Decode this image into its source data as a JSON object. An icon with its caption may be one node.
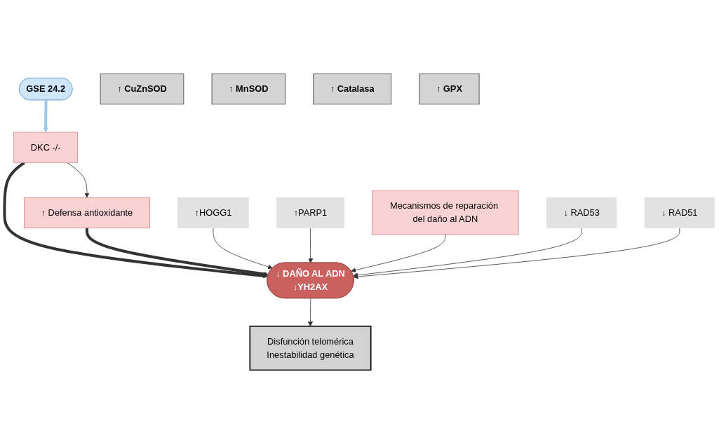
{
  "diagram": {
    "nodes": [
      {
        "text": [
          "GSE 24.2"
        ]
      },
      {
        "text": [
          "DKC -/-"
        ]
      },
      {
        "text": [
          "↑ Defensa antioxidante"
        ]
      },
      {
        "text": [
          "↑ CuZnSOD"
        ]
      },
      {
        "text": [
          "↑ MnSOD"
        ]
      },
      {
        "text": [
          "↑ Catalasa"
        ]
      },
      {
        "text": [
          "↑ GPX"
        ]
      },
      {
        "text": [
          "↓ DAÑO AL ADN",
          "↓YH2AX"
        ]
      },
      {
        "text": [
          "Disfunción telomérica",
          "Inestabilidad genética"
        ]
      },
      {
        "text": [
          "↑HOGG1"
        ]
      },
      {
        "text": [
          "↑PARP1"
        ]
      },
      {
        "text": [
          "↓ RAD53"
        ]
      },
      {
        "text": [
          "↓ RAD51"
        ]
      },
      {
        "text": [
          "Mecanismos de reparación del daño al ADN"
        ]
      }
    ],
    "edges": [
      {
        "from": 0,
        "to": 1,
        "arrow": "to",
        "style": "thick",
        "color": "#9cc8ee"
      },
      {
        "from": 1,
        "to": 2,
        "arrow": "to"
      },
      {
        "from": 1,
        "to": 7,
        "arrow": "to",
        "style": "thick"
      },
      {
        "from": 2,
        "to": 7,
        "arrow": "to",
        "style": "thick"
      },
      {
        "from": 7,
        "to": 8,
        "arrow": "to"
      },
      {
        "from": 9,
        "to": 7,
        "arrow": "to"
      },
      {
        "from": 10,
        "to": 7,
        "arrow": "to"
      },
      {
        "from": 13,
        "to": 7,
        "arrow": "to"
      },
      {
        "from": 11,
        "to": 7,
        "arrow": "to"
      },
      {
        "from": 12,
        "to": 7,
        "arrow": "to"
      }
    ]
  }
}
